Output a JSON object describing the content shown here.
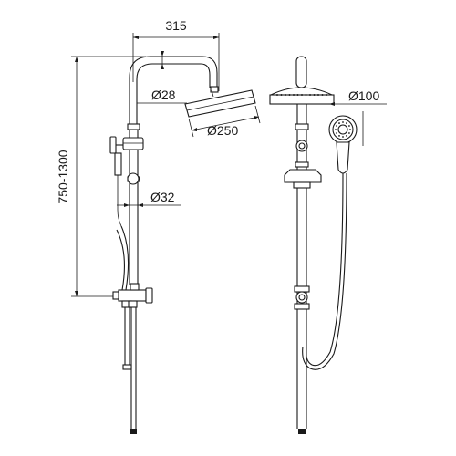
{
  "dimensions": {
    "arm_length": "315",
    "arm_diameter": "Ø28",
    "head_diameter": "Ø250",
    "riser_diameter": "Ø32",
    "height_range": "750-1300",
    "hand_shower_diameter": "Ø100"
  },
  "colors": {
    "line": "#1a1a1a",
    "background": "#ffffff"
  }
}
